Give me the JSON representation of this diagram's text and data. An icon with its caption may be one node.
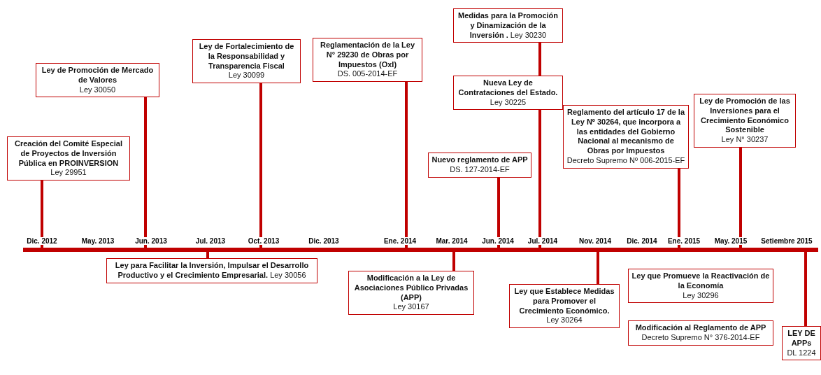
{
  "diagram": {
    "nodes": [
      {
        "text": [
          "Creación del Comité Especial de Proyectos de Inversión Pública en PROINVERSION",
          "Ley 29951"
        ]
      },
      {
        "text": [
          "Ley de Promoción de Mercado de  Valores",
          "Ley 30050"
        ]
      },
      {
        "text": [
          "Ley para Facilitar la Inversión, Impulsar el Desarrollo Productivo y el Crecimiento Empresarial.",
          "Ley 30056"
        ]
      },
      {
        "text": [
          "Ley de Fortalecimiento de la Responsabilidad y Transparencia Fiscal",
          "Ley 30099"
        ]
      },
      {
        "text": [
          "Reglamentación de la Ley N° 29230 de Obras por Impuestos (OxI)",
          "DS. 005-2014-EF"
        ]
      },
      {
        "text": [
          "Modificación a la Ley de Asociaciones Público Privadas (APP)",
          "Ley 30167"
        ]
      },
      {
        "text": [
          "Nuevo reglamento de APP",
          "DS. 127-2014-EF"
        ]
      },
      {
        "text": [
          "Medidas para la Promoción y Dinamización de la Inversión .",
          "Ley 30230"
        ]
      },
      {
        "text": [
          "Nueva Ley de Contrataciones del Estado.",
          "Ley 30225"
        ]
      },
      {
        "text": [
          "Ley que Establece Medidas para Promover el Crecimiento Económico.",
          "Ley 30264"
        ]
      },
      {
        "text": [
          "Reglamento del artículo 17 de la Ley Nº 30264, que incorpora a las entidades del Gobierno Nacional al mecanismo de Obras por Impuestos",
          "Decreto Supremo Nº 006-2015-EF"
        ]
      },
      {
        "text": [
          "Ley de Promoción de las Inversiones para el Crecimiento Económico Sostenible",
          "Ley N° 30237"
        ]
      },
      {
        "text": [
          "Ley que Promueve la Reactivación de la Economía",
          "Ley 30296"
        ]
      },
      {
        "text": [
          "Modificación al Reglamento de APP",
          "Decreto Supremo N° 376-2014-EF"
        ]
      },
      {
        "text": [
          "LEY DE APPs",
          "DL 1224"
        ]
      },
      {
        "text": [],
        "shape": "bar"
      }
    ],
    "edges": [
      {
        "from": 0,
        "to": 15,
        "arrow": "none"
      },
      {
        "from": 1,
        "to": 15,
        "arrow": "none"
      },
      {
        "from": 2,
        "to": 15,
        "arrow": "none"
      },
      {
        "from": 3,
        "to": 15,
        "arrow": "none"
      },
      {
        "from": 4,
        "to": 15,
        "arrow": "none"
      },
      {
        "from": 5,
        "to": 15,
        "arrow": "none"
      },
      {
        "from": 6,
        "to": 15,
        "arrow": "none"
      },
      {
        "from": 8,
        "to": 7,
        "arrow": "none"
      },
      {
        "from": 8,
        "to": 15,
        "arrow": "none"
      },
      {
        "from": 9,
        "to": 15,
        "arrow": "none"
      },
      {
        "from": 10,
        "to": 15,
        "arrow": "none"
      },
      {
        "from": 11,
        "to": 15,
        "arrow": "none"
      },
      {
        "from": 14,
        "to": 15,
        "arrow": "none"
      }
    ],
    "labels": [
      "Dic. 2012",
      "May. 2013",
      "Jun. 2013",
      "Jul. 2013",
      "Oct. 2013",
      "Dic. 2013",
      "Ene. 2014",
      "Mar. 2014",
      "Jun. 2014",
      "Jul. 2014",
      "Nov. 2014",
      "Dic. 2014",
      "Ene. 2015",
      "May. 2015",
      "Setiembre 2015"
    ]
  }
}
